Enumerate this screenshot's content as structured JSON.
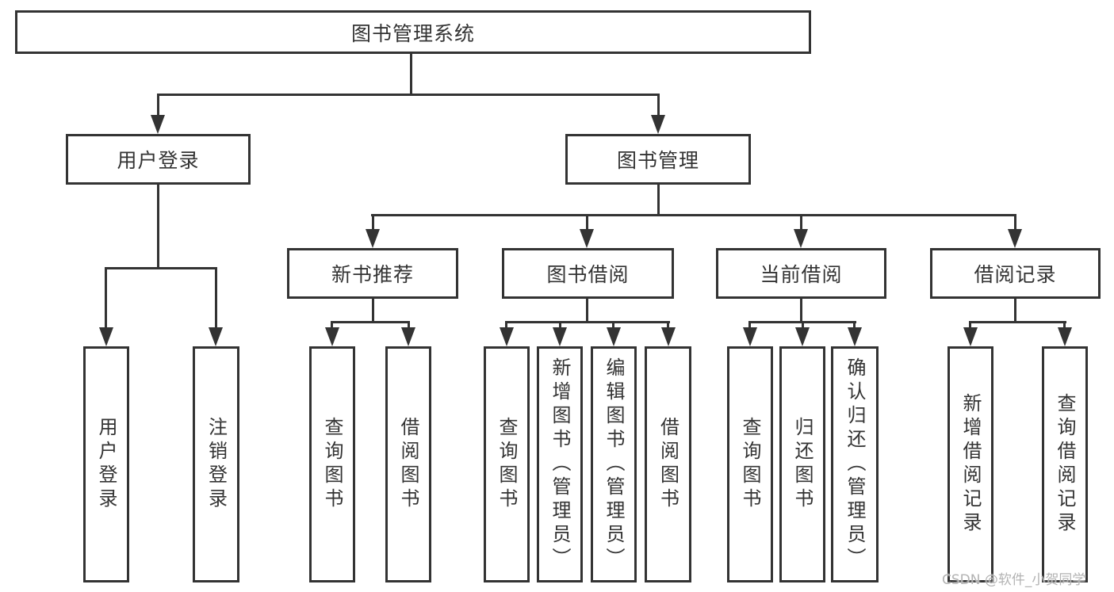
{
  "colors": {
    "background": "#ffffff",
    "box_border": "#333333",
    "line": "#333333",
    "text": "#333333",
    "watermark": "#b3b3b3"
  },
  "root": {
    "label": "图书管理系统"
  },
  "level2": [
    {
      "label": "用户登录"
    },
    {
      "label": "图书管理"
    }
  ],
  "level3": [
    {
      "label": "新书推荐"
    },
    {
      "label": "图书借阅"
    },
    {
      "label": "当前借阅"
    },
    {
      "label": "借阅记录"
    }
  ],
  "leaves": [
    {
      "label": "用户登录"
    },
    {
      "label": "注销登录"
    },
    {
      "label": "查询图书"
    },
    {
      "label": "借阅图书"
    },
    {
      "label": "查询图书"
    },
    {
      "label": "新增图书（管理员）"
    },
    {
      "label": "编辑图书（管理员）"
    },
    {
      "label": "借阅图书"
    },
    {
      "label": "查询图书"
    },
    {
      "label": "归还图书"
    },
    {
      "label": "确认归还（管理员）"
    },
    {
      "label": "新增借阅记录"
    },
    {
      "label": "查询借阅记录"
    }
  ],
  "watermark": {
    "text": "CSDN @软件_小贺同学"
  }
}
